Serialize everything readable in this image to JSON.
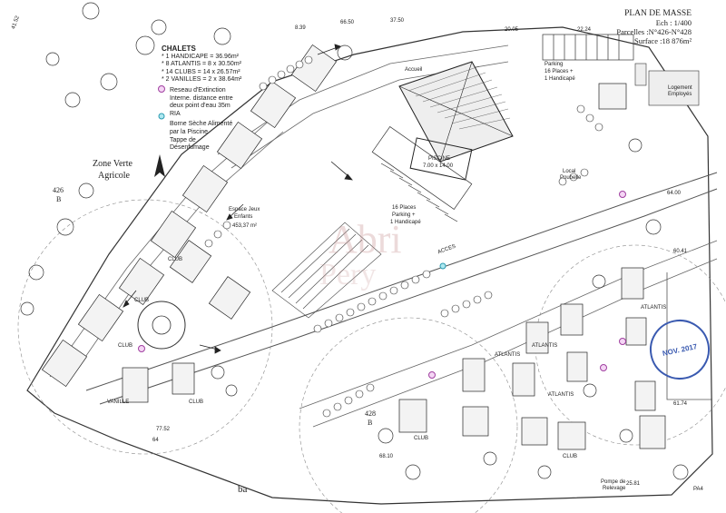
{
  "title": {
    "line1": "PLAN DE MASSE",
    "line2": "Ech : 1/400",
    "line3": "Parcelles :N°426-N°428",
    "line4": "Surface :18 876m²"
  },
  "legend": {
    "heading": "CHALETS",
    "items": [
      "* 1 HANDICAPE = 36.96m²",
      "* 8  ATLANTIS = 8 x 30.50m²",
      "* 14 CLUBS = 14 x 26.57m²",
      "* 2 VANILLES = 2 x 38.64m²"
    ],
    "reseau_label": "Reseau d'Extinction",
    "reseau_lines": [
      "Interne. distance entre",
      "deux point d'eau 35m",
      "RIA"
    ],
    "borne_lines": [
      "Borne Sèche Alimenté",
      "par la Piscine",
      "Tappe de",
      "Désenfumage"
    ]
  },
  "zone": {
    "line1": "Zone Verte",
    "line2": "Agricole"
  },
  "parcel_426": {
    "num": "426",
    "letter": "B"
  },
  "parcel_428": {
    "num": "428",
    "letter": "B"
  },
  "labels": {
    "espace_jeux": "Espace Jeux",
    "enfants": "Enfants",
    "espace_area": "453,37 m²",
    "piscine": "PISCINE",
    "piscine_size": "7.00 x 14.00",
    "parking_center_line1": "16 Places",
    "parking_center_line2": "Parking +",
    "parking_center_line3": "1 Handicapé",
    "parking_top_line1": "Parking",
    "parking_top_line2": "16 Places +",
    "parking_top_line3": "1 Handicapé",
    "local_poubelle_line1": "Local",
    "local_poubelle_line2": "Poubelle",
    "logement_line1": "Logement",
    "logement_line2": "Employés",
    "pompe_line1": "Pompe de",
    "pompe_line2": "Relevage",
    "accueil": "Accueil",
    "acces": "ACCES",
    "clubs": [
      "CLUB",
      "CLUB",
      "CLUB",
      "CLUB",
      "CLUB",
      "CLUB"
    ],
    "atlantis": [
      "ATLANTIS",
      "ATLANTIS",
      "ATLANTIS",
      "ATLANTIS"
    ],
    "vanille": "VANILLE",
    "sol_label": "ba",
    "pa4": "PA4"
  },
  "stamp": {
    "line1": "NOV. 2017"
  },
  "watermark": {
    "line1": "Abri",
    "line2": "Pery"
  },
  "dimensions": {
    "d1": "41.52",
    "d2": "8.39",
    "d3": "37.50",
    "d4": "66.50",
    "d5": "20.05",
    "d6": "22.24",
    "d7": "64.00",
    "d8": "60.41",
    "d9": "61.74",
    "d10": "25.81",
    "d11": "68.10",
    "d12": "77.52",
    "d13": "64"
  }
}
